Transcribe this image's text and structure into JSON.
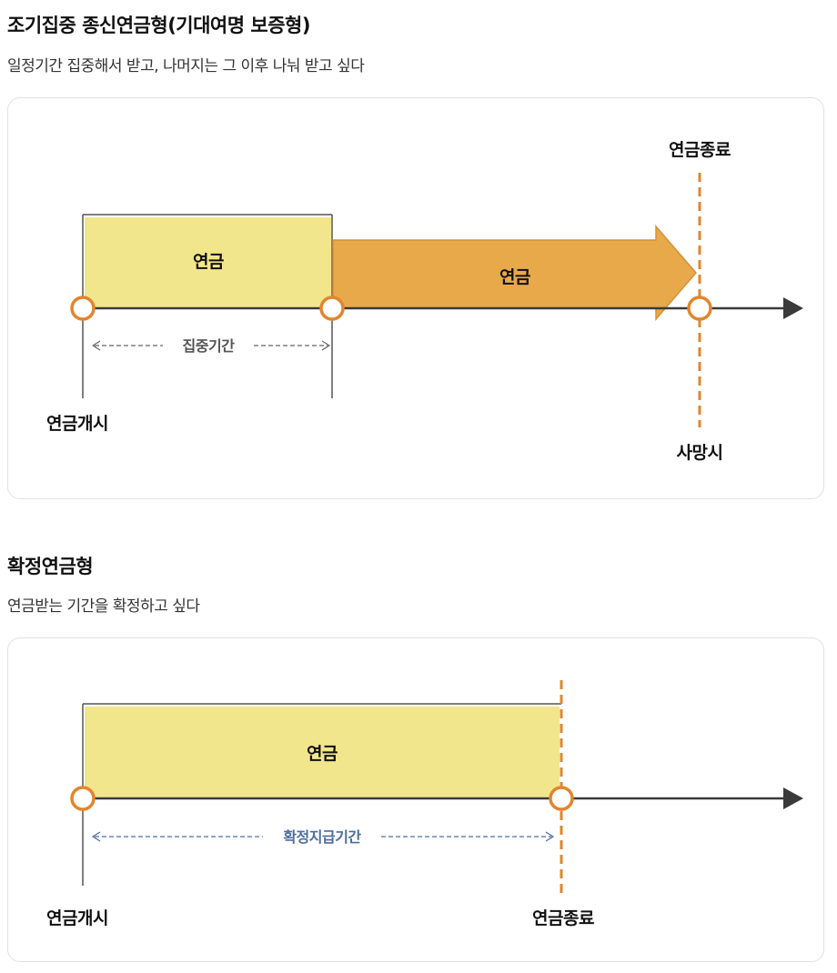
{
  "sections": [
    {
      "title": "조기집중 종신연금형(기대여명 보증형)",
      "description": "일정기간 집중해서 받고, 나머지는 그 이후 나눠 받고 싶다",
      "diagram": {
        "end_label": "연금종료",
        "block_label": "연금",
        "arrow_label": "연금",
        "period_label": "집중기간",
        "start_label": "연금개시",
        "death_label": "사망시"
      }
    },
    {
      "title": "확정연금형",
      "description": "연금받는 기간을 확정하고 싶다",
      "diagram": {
        "block_label": "연금",
        "period_label": "확정지급기간",
        "start_label": "연금개시",
        "end_label": "연금종료"
      }
    }
  ],
  "colors": {
    "block_fill": "#f2e68c",
    "arrow_fill": "#e8a94a",
    "accent_orange": "#e2852e",
    "axis_line": "#3a3a3a",
    "period_blue": "#4d6da0",
    "period_gray": "#666666"
  }
}
